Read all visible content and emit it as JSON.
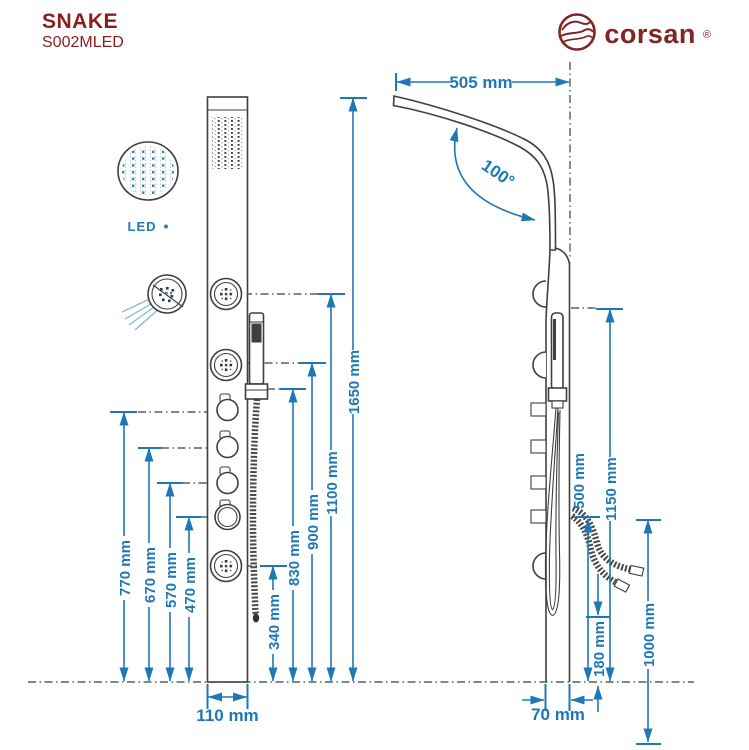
{
  "header": {
    "product_name": "SNAKE",
    "model": "S002MLED"
  },
  "brand": {
    "name": "corsan",
    "registered_mark": "®"
  },
  "colors": {
    "dimension_blue": "#1f78b6",
    "brand_red": "#8a1e1e",
    "drawing_line": "#3f3f3f"
  },
  "front_view": {
    "led_label": "LED",
    "dims": {
      "w770": "770 mm",
      "w670": "670 mm",
      "w570": "570 mm",
      "w470": "470 mm",
      "w340": "340 mm",
      "w830": "830 mm",
      "w900": "900 mm",
      "w1100": "1100 mm",
      "w1650": "1650 mm",
      "panel_width": "110 mm"
    }
  },
  "side_view": {
    "dims": {
      "depth_top": "505 mm",
      "head_angle": "100°",
      "w1150": "1150 mm",
      "w500": "500 mm",
      "w180": "180 mm",
      "w1000": "1000 mm",
      "panel_depth": "70 mm"
    }
  }
}
